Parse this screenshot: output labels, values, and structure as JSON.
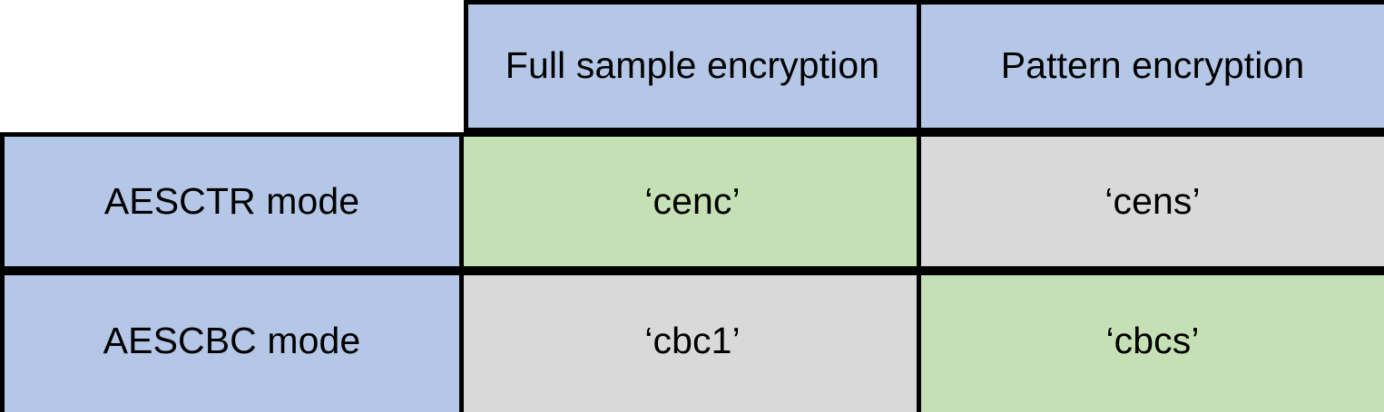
{
  "table": {
    "corner_cell": "",
    "column_headers": [
      "Full sample encryption",
      "Pattern encryption"
    ],
    "row_headers": [
      "AESCTR mode",
      "AESCBC mode"
    ],
    "rows": [
      {
        "row_header": "AESCTR mode",
        "cells": [
          {
            "value": "‘cenc’",
            "fill": "green"
          },
          {
            "value": "‘cens’",
            "fill": "gray"
          }
        ]
      },
      {
        "row_header": "AESCBC mode",
        "cells": [
          {
            "value": "‘cbc1’",
            "fill": "gray"
          },
          {
            "value": "‘cbcs’",
            "fill": "green"
          }
        ]
      }
    ]
  },
  "colors": {
    "header_blue": "#b4c7e7",
    "highlight_green": "#c5e0b4",
    "neutral_gray": "#d9d9d9",
    "border_black": "#000000",
    "background_white": "#ffffff",
    "text_black": "#000000"
  }
}
